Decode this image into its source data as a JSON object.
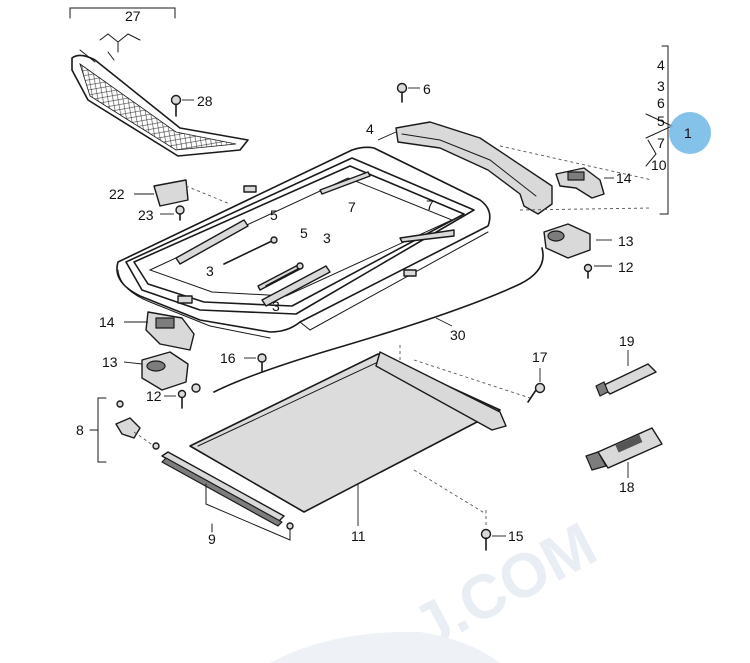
{
  "labels": {
    "l1": "1",
    "l3a": "3",
    "l3b": "3",
    "l3c": "3",
    "l4a": "4",
    "l4b": "4",
    "l5a": "5",
    "l5b": "5",
    "l5c": "5",
    "l6a": "6",
    "l6b": "6",
    "l7a": "7",
    "l7b": "7",
    "l7c": "7",
    "l8": "8",
    "l9": "9",
    "l10": "10",
    "l11": "11",
    "l12a": "12",
    "l12b": "12",
    "l13a": "13",
    "l13b": "13",
    "l14a": "14",
    "l14b": "14",
    "l15": "15",
    "l16": "16",
    "l17": "17",
    "l18": "18",
    "l19": "19",
    "l22": "22",
    "l23": "23",
    "l27": "27",
    "l28": "28",
    "l30": "30",
    "l3d": "3"
  },
  "watermark": "J.COM",
  "colors": {
    "badge": "#6fb7e6",
    "line": "#1a1a1a",
    "watermark": "#e9eef4"
  }
}
